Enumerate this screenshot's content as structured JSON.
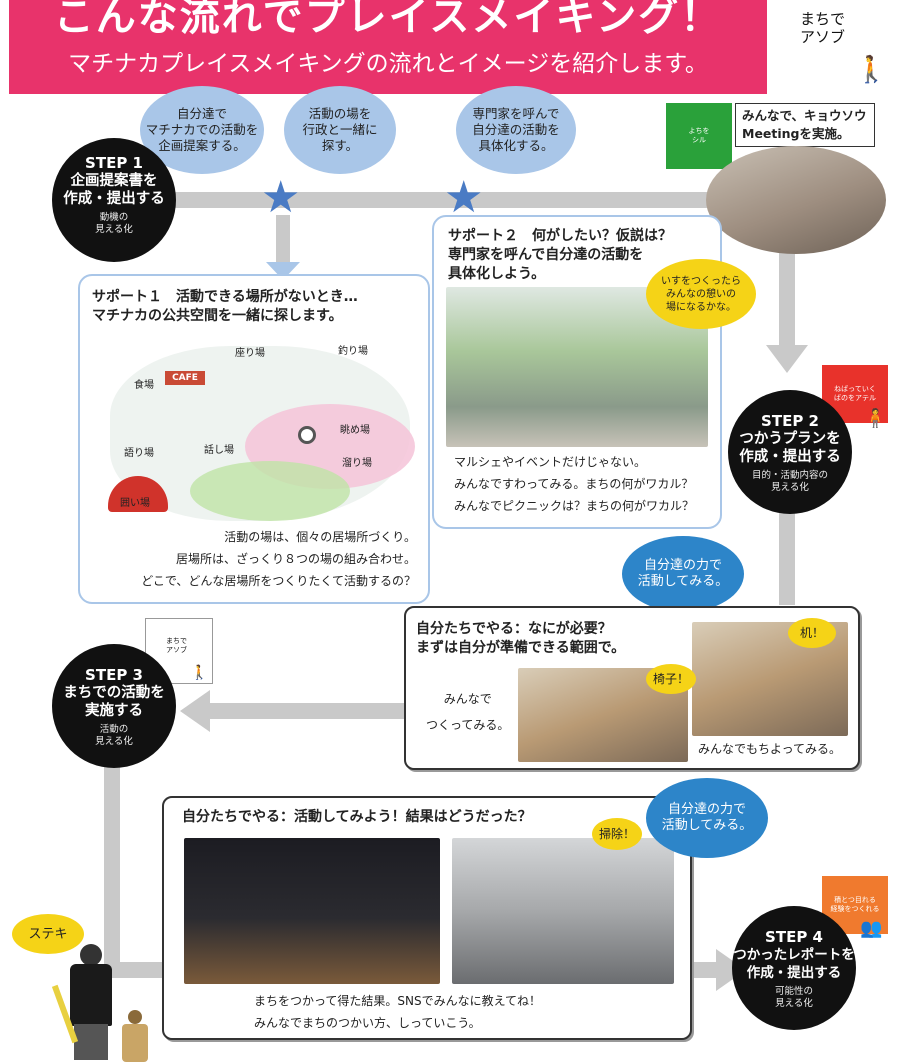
{
  "header": {
    "title": "こんな流れでプレイスメイキング！",
    "subtitle": "マチナカプレイスメイキングの流れとイメージを紹介します。",
    "brand": "まちで\nアソブ"
  },
  "bubbles": {
    "b1": "自分達で\nマチナカでの活動を\n企画提案する。",
    "b2": "活動の場を\n行政と一緒に\n探す。",
    "b3": "専門家を呼んで\n自分達の活動を\n具体化する。",
    "b4": "自分達の力で\n活動してみる。",
    "b5": "自分達の力で\n活動してみる。"
  },
  "steps": {
    "s1": {
      "num": "STEP 1",
      "title": "企画提案書を\n作成・提出する",
      "sub": "動機の\n見える化"
    },
    "s2": {
      "num": "STEP 2",
      "title": "つかうプランを\n作成・提出する",
      "sub": "目的・活動内容の\n見える化"
    },
    "s3": {
      "num": "STEP 3",
      "title": "まちでの活動を\n実施する",
      "sub": "活動の\n見える化"
    },
    "s4": {
      "num": "STEP 4",
      "title": "つかったレポートを\n作成・提出する",
      "sub": "可能性の\n見える化"
    }
  },
  "tags": {
    "t1": "よちを\nシル",
    "t2": "ねばっていく\nばのをアテル",
    "t3": "まちで\nアソブ",
    "t4": "積とつ目れる\n経験をつくれる"
  },
  "meeting": {
    "caption": "みんなで、キョウソウ\nMeetingを実施。"
  },
  "support1": {
    "title": "サポート１　活動できる場所がないとき…\nマチナカの公共空間を一緒に探します。",
    "labels": [
      "座り場",
      "釣り場",
      "食場",
      "眺め場",
      "語り場",
      "溜り場",
      "話し場",
      "囲い場"
    ],
    "cafe": "CAFE",
    "lines": [
      "活動の場は、個々の居場所づくり。",
      "居場所は、ざっくり８つの場の組み合わせ。",
      "どこで、どんな居場所をつくりたくて活動するの？"
    ]
  },
  "support2": {
    "title": "サポート２　何がしたい？仮説は？\n専門家を呼んで自分達の活動を\n具体化しよう。",
    "speech": "いすをつくったら\nみんなの憩いの\n場になるかな。",
    "lines": [
      "マルシェやイベントだけじゃない。",
      "みんなですわってみる。まちの何がワカル？",
      "みんなでピクニックは？まちの何がワカル？"
    ]
  },
  "doit1": {
    "title": "自分たちでやる：なにが必要？\nまずは自分が準備できる範囲で。",
    "left_caption": "みんなで\nつくってみる。",
    "right_caption": "みんなでもちよってみる。",
    "speech_a": "椅子！",
    "speech_b": "机！"
  },
  "doit2": {
    "title": "自分たちでやる：活動してみよう！結果はどうだった？",
    "speech": "掃除！",
    "lines": [
      "まちをつかって得た結果。SNSでみんなに教えてね！",
      "みんなでまちのつかい方、しっていこう。"
    ]
  },
  "mascot": {
    "speech": "ステキ"
  },
  "colors": {
    "header": "#e8336b",
    "step": "#111111",
    "track": "#c9c9c9",
    "bubble": "#a9c6e8",
    "bubble_dark": "#2d85c9",
    "star": "#4a7bc4",
    "yellow": "#f5d317"
  }
}
